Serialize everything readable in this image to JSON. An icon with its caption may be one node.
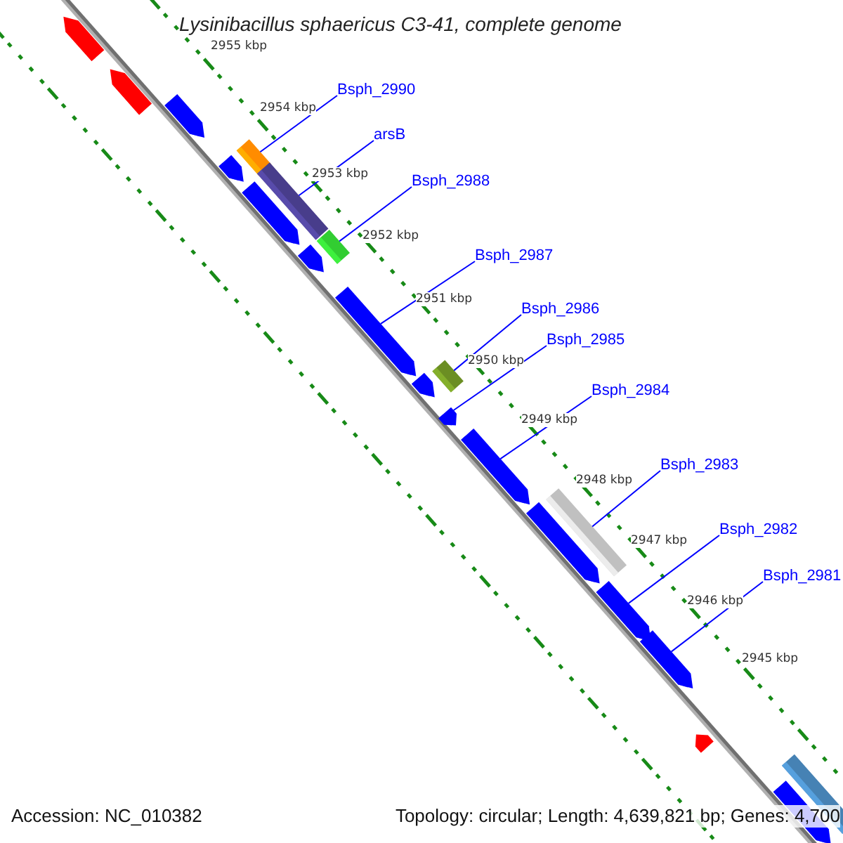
{
  "diagram": {
    "title": "Lysinibacillus sphaericus C3-41, complete genome",
    "nodes": [
      {
        "text": [
          "Bsph_2990"
        ]
      },
      {
        "text": [
          "arsB"
        ]
      },
      {
        "text": [
          "Bsph_2988"
        ]
      },
      {
        "text": [
          "Bsph_2987"
        ]
      },
      {
        "text": [
          "Bsph_2986"
        ]
      },
      {
        "text": [
          "Bsph_2985"
        ]
      },
      {
        "text": [
          "Bsph_2984"
        ]
      },
      {
        "text": [
          "Bsph_2983"
        ]
      },
      {
        "text": [
          "Bsph_2982"
        ]
      },
      {
        "text": [
          "Bsph_2981"
        ]
      },
      {
        "text": [],
        "shape": "arrow"
      },
      {
        "text": [],
        "shape": "arrow"
      },
      {
        "text": [],
        "shape": "arrow"
      },
      {
        "text": [],
        "shape": "arrow"
      },
      {
        "text": [],
        "shape": "bar"
      },
      {
        "text": [],
        "shape": "bar"
      },
      {
        "text": [],
        "shape": "arrow"
      },
      {
        "text": [],
        "shape": "arrow"
      },
      {
        "text": [],
        "shape": "bar"
      },
      {
        "text": [],
        "shape": "arrow"
      },
      {
        "text": [],
        "shape": "arrow"
      },
      {
        "text": [],
        "shape": "bar"
      },
      {
        "text": [],
        "shape": "arrow"
      },
      {
        "text": [],
        "shape": "arrow"
      },
      {
        "text": [],
        "shape": "arrow"
      },
      {
        "text": [],
        "shape": "bar"
      },
      {
        "text": [],
        "shape": "arrow"
      },
      {
        "text": [],
        "shape": "arrow"
      },
      {
        "text": [],
        "shape": "arrow"
      },
      {
        "text": [],
        "shape": "bar"
      },
      {
        "text": [],
        "shape": "arrow"
      }
    ],
    "edges": [
      {
        "from": 0,
        "to": 14,
        "arrow": "none"
      },
      {
        "from": 1,
        "to": 15,
        "arrow": "none"
      },
      {
        "from": 2,
        "to": 18,
        "arrow": "none"
      },
      {
        "from": 3,
        "to": 19,
        "arrow": "none"
      },
      {
        "from": 4,
        "to": 21,
        "arrow": "none"
      },
      {
        "from": 5,
        "to": 22,
        "arrow": "none"
      },
      {
        "from": 6,
        "to": 23,
        "arrow": "none"
      },
      {
        "from": 7,
        "to": 25,
        "arrow": "none"
      },
      {
        "from": 8,
        "to": 26,
        "arrow": "none"
      },
      {
        "from": 9,
        "to": 27,
        "arrow": "none"
      }
    ],
    "labels": [
      "2955 kbp",
      "2954 kbp",
      "2953 kbp",
      "2952 kbp",
      "2951 kbp",
      "2950 kbp",
      "2949 kbp",
      "2948 kbp",
      "2947 kbp",
      "2946 kbp",
      "2945 kbp",
      "Accession: NC_010382",
      "Topology: circular; Length: 4,639,821 bp; Genes: 4,700"
    ]
  }
}
